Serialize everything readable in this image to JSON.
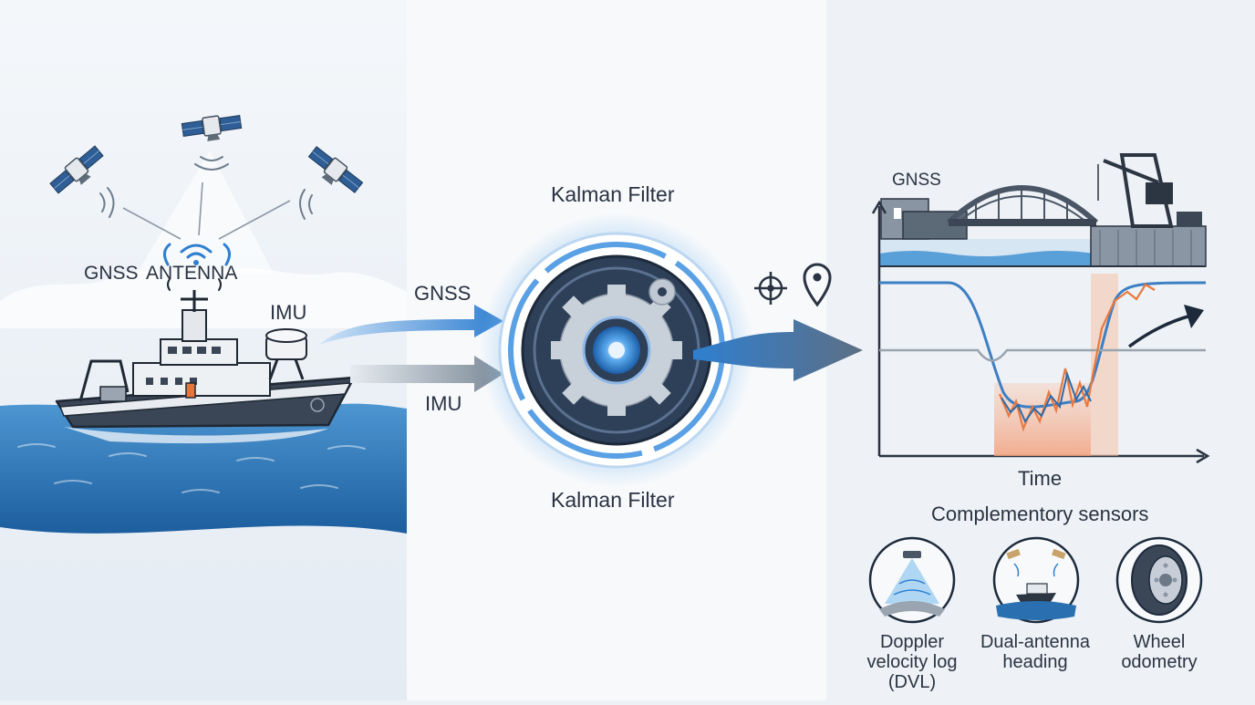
{
  "left_panel": {
    "gnss_label": "GNSS",
    "antenna_label": "ANTENNA",
    "imu_label": "IMU"
  },
  "inputs": {
    "gnss_arrow_label": "GNSS",
    "imu_arrow_label": "IMU"
  },
  "filter": {
    "title_top": "Kalman Filter",
    "title_bottom": "Kalman Filter"
  },
  "chart": {
    "gnss_label": "GNSS",
    "x_axis_label": "Time"
  },
  "sensors": {
    "heading": "Complementory sensors",
    "items": [
      {
        "line1": "Doppler",
        "line2": "velocity log",
        "line3": "(DVL)"
      },
      {
        "line1": "Dual-antenna",
        "line2": "heading"
      },
      {
        "line1": "Wheel",
        "line2": "odometry"
      }
    ]
  },
  "colors": {
    "accent_blue": "#2f7fd0",
    "dark_navy": "#2c3e5c",
    "outage_orange": "#f0a483",
    "sea_blue": "#2a6fb0"
  }
}
